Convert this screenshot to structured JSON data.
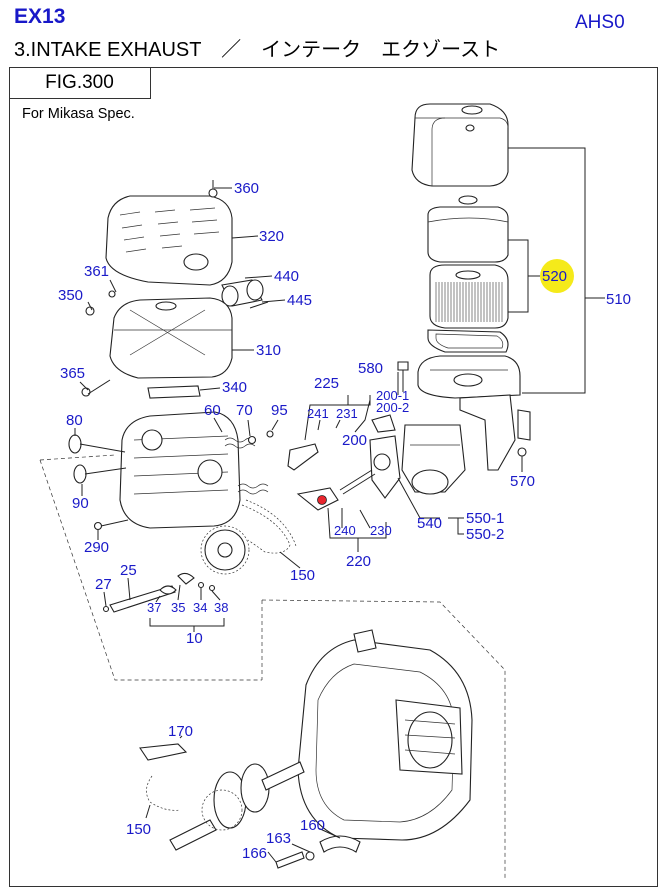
{
  "header": {
    "model": "EX13",
    "code": "AHS0",
    "section": "3.INTAKE EXHAUST　／　インテーク　エクゾースト"
  },
  "figure": {
    "label": "FIG.300",
    "note": "For Mikasa Spec."
  },
  "highlight": {
    "part": "520",
    "color": "#f5ea1a"
  },
  "part_labels": {
    "p360": "360",
    "p320": "320",
    "p361": "361",
    "p440": "440",
    "p350": "350",
    "p445": "445",
    "p310": "310",
    "p365": "365",
    "p340": "340",
    "p80": "80",
    "p60": "60",
    "p70": "70",
    "p95": "95",
    "p225": "225",
    "p241": "241",
    "p231": "231",
    "p200_1": "200-1",
    "p200_2": "200-2",
    "p200": "200",
    "p580": "580",
    "p510": "510",
    "p520": "520",
    "p570": "570",
    "p540": "540",
    "p550_1": "550-1",
    "p550_2": "550-2",
    "p240": "240",
    "p230": "230",
    "p220": "220",
    "p90": "90",
    "p290": "290",
    "p150a": "150",
    "p27": "27",
    "p25": "25",
    "p37": "37",
    "p35": "35",
    "p34": "34",
    "p38": "38",
    "p10": "10",
    "p170": "170",
    "p150b": "150",
    "p163": "163",
    "p160": "160",
    "p166": "166"
  }
}
